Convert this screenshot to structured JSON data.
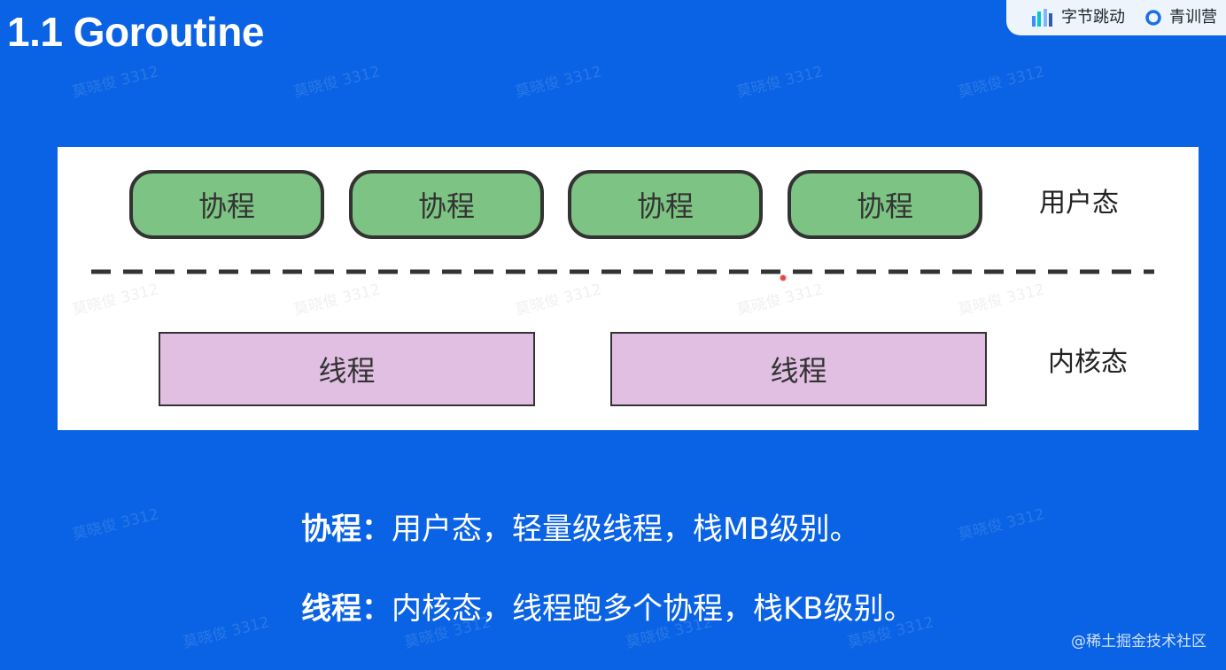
{
  "slide": {
    "title": "1.1 Goroutine"
  },
  "brand": {
    "company": "字节跳动",
    "camp": "青训营"
  },
  "diagram": {
    "coroutine_label": "协程",
    "coroutine_count": 4,
    "thread_label": "线程",
    "thread_count": 2,
    "user_mode_label": "用户态",
    "kernel_mode_label": "内核态"
  },
  "summary": {
    "coroutine_term": "协程：",
    "coroutine_desc": "用户态，轻量级线程，栈MB级别。",
    "thread_term": "线程：",
    "thread_desc": "内核态，线程跑多个协程，栈KB级别。"
  },
  "watermark": {
    "text": "莫晓俊 3312"
  },
  "credit": {
    "text": "@稀土掘金技术社区"
  },
  "colors": {
    "background": "#0a63e4",
    "coroutine_fill": "#7dc383",
    "thread_fill": "#e1bfe2",
    "panel": "#ffffff"
  }
}
